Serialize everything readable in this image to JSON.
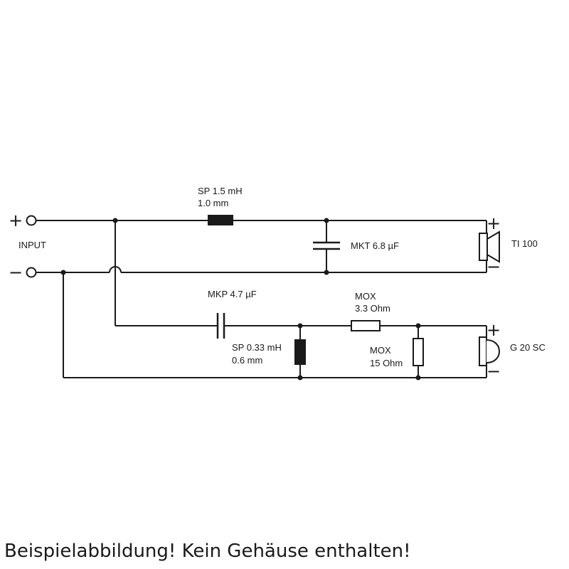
{
  "inputs": {
    "label": "INPUT",
    "plus": "+",
    "minus": "−"
  },
  "tweeter_path": {
    "coil": {
      "line1": "SP 1.5 mH",
      "line2": "1.0 mm"
    },
    "capacitor": "MKT 6.8 µF",
    "driver": {
      "name": "TI 100",
      "plus": "+",
      "minus": "−"
    }
  },
  "woofer_path": {
    "capacitor": "MKP 4.7 µF",
    "coil": {
      "line1": "SP 0.33 mH",
      "line2": "0.6 mm"
    },
    "series_resistor": {
      "line1": "MOX",
      "line2": "3.3 Ohm"
    },
    "shunt_resistor": {
      "line1": "MOX",
      "line2": "15 Ohm"
    },
    "driver": {
      "name": "G 20 SC",
      "plus": "+",
      "minus": "−"
    }
  },
  "caption": "Beispielabbildung! Kein Gehäuse enthalten!"
}
